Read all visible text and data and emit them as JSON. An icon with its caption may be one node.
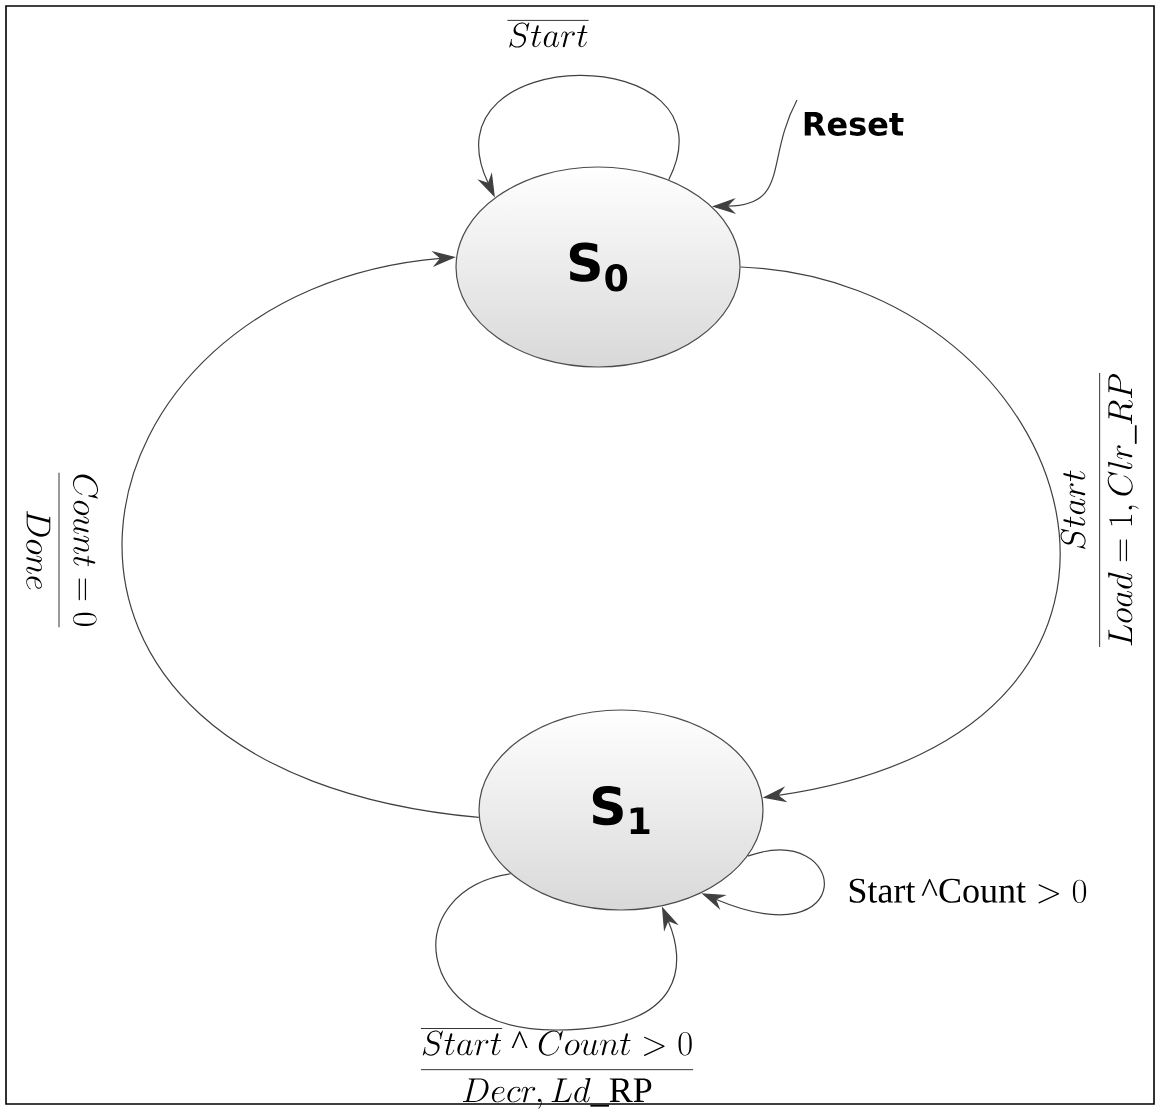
{
  "diagram": {
    "nodes": [
      {
        "text": [
          "S$_{0}$"
        ]
      },
      {
        "text": [
          "S$_{1}$"
        ]
      }
    ],
    "edges": [
      {
        "from": 0,
        "to": 0,
        "arrow": "to",
        "label": "\\overline{Start}"
      },
      {
        "from": null,
        "to": 0,
        "arrow": "to",
        "label": "Reset"
      },
      {
        "from": 0,
        "to": 1,
        "arrow": "to",
        "label": "\\frac{Start}{Load=1,Clr\\_RP}"
      },
      {
        "from": 1,
        "to": 0,
        "arrow": "to",
        "label": "\\frac{Count=0}{Done}"
      },
      {
        "from": 1,
        "to": 1,
        "arrow": "to",
        "label": "\\mathrm{Start}\\,\\mbox{\\textasciicircum}\\mathrm{Count}>0"
      },
      {
        "from": 1,
        "to": 1,
        "arrow": "to",
        "label": "\\frac{\\overline{Start}\\mbox{ \\textasciicircum{} }Count>0}{Decr,Ld\\mbox{\\_}\\mathrm{RP}}"
      }
    ]
  }
}
